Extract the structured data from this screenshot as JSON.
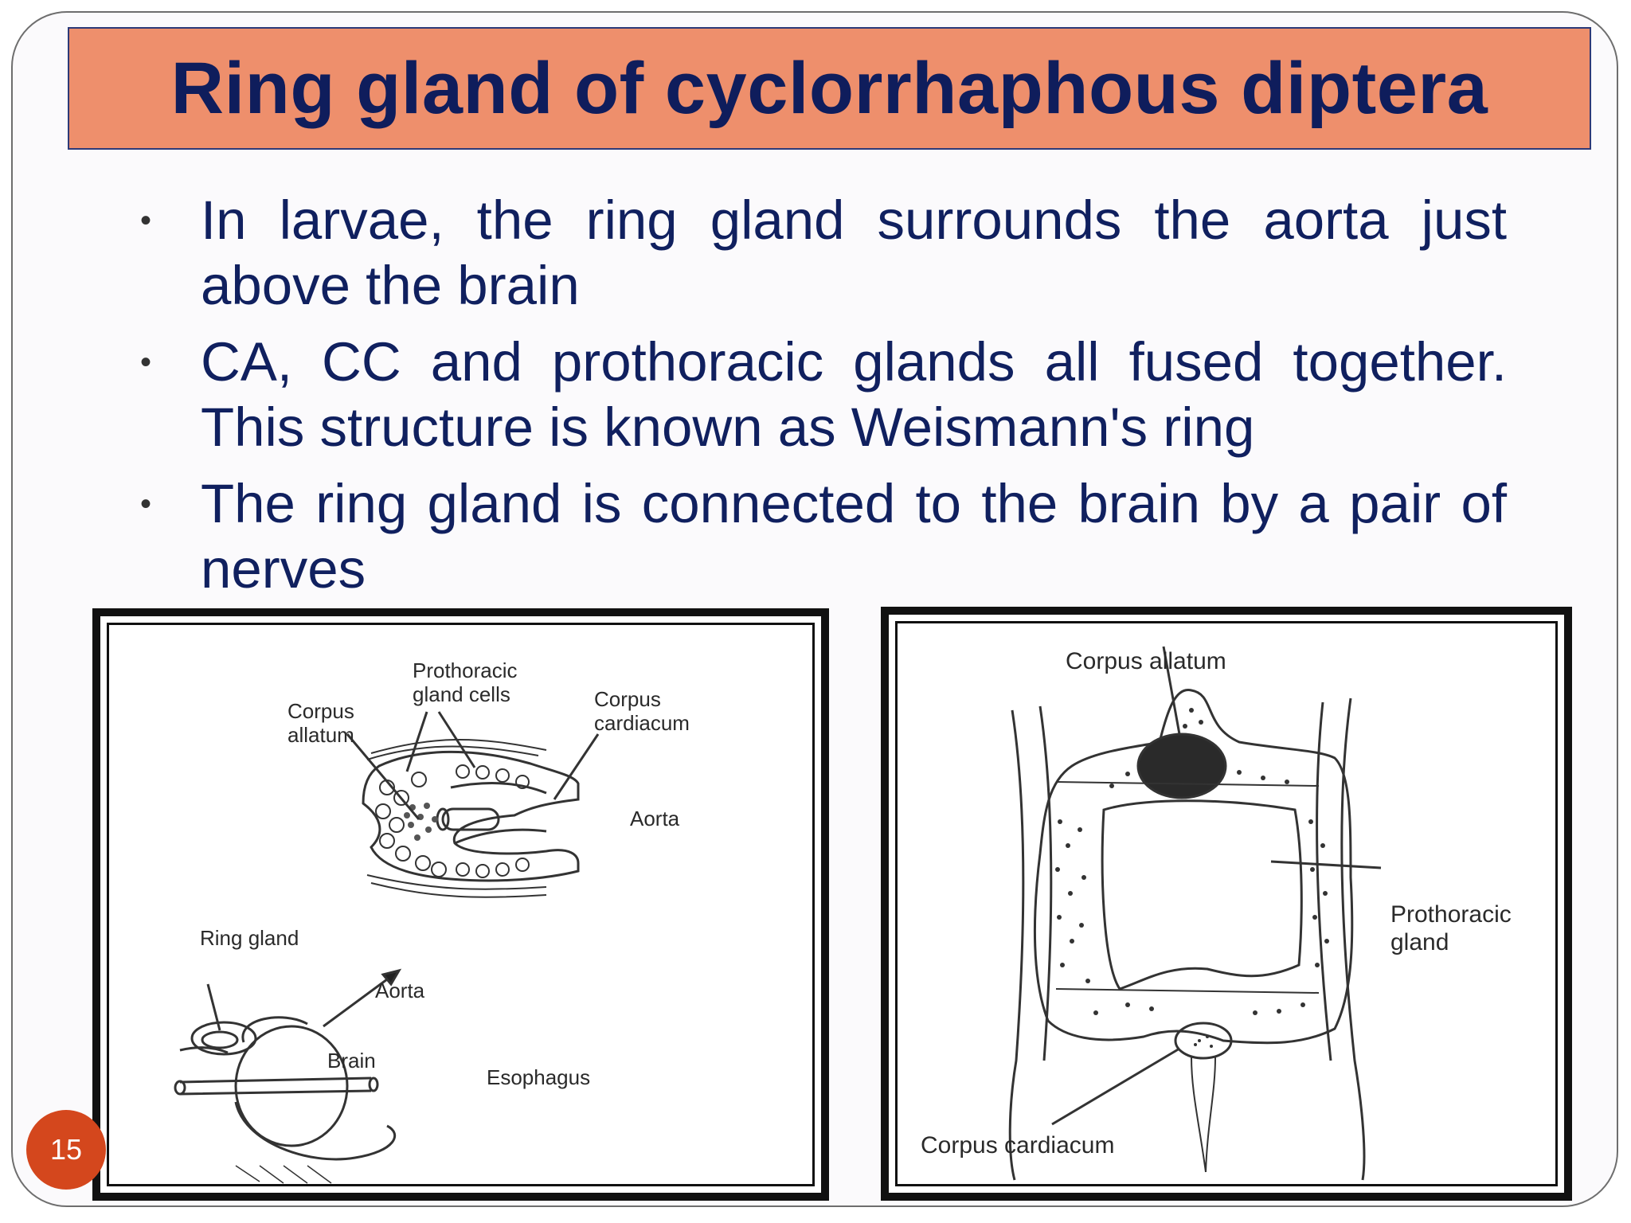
{
  "slide": {
    "title": "Ring gland of cyclorrhaphous diptera",
    "page_number": "15",
    "bullets": [
      "In larvae, the ring gland surrounds the aorta just above the brain",
      "CA, CC and prothoracic glands all fused together. This structure is known as Weismann's ring",
      "The ring gland is connected to the brain by a pair of nerves"
    ],
    "bullet_symbol": "•"
  },
  "figure_left": {
    "labels": {
      "prothoracic_gland_cells": "Prothoracic\ngland cells",
      "corpus_allatum": "Corpus\nallatum",
      "corpus_cardiacum": "Corpus\ncardiacum",
      "aorta_top": "Aorta",
      "ring_gland": "Ring gland",
      "aorta_bottom": "Aorta",
      "brain": "Brain",
      "esophagus": "Esophagus"
    }
  },
  "figure_right": {
    "labels": {
      "corpus_allatum": "Corpus allatum",
      "prothoracic_gland": "Prothoracic\ngland",
      "corpus_cardiacum": "Corpus cardiacum"
    }
  },
  "colors": {
    "title_bg": "#ee8f6c",
    "title_text": "#0f1d5c",
    "body_text": "#10205f",
    "page_badge": "#d4471d"
  }
}
